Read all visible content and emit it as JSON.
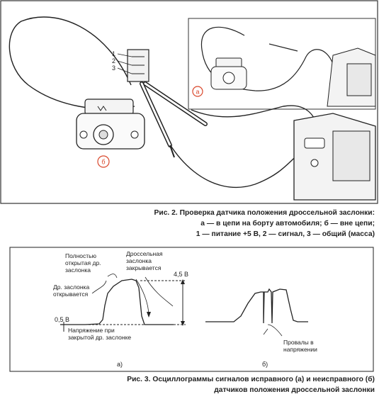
{
  "figure2": {
    "part_numbers": [
      "1",
      "2",
      "3"
    ],
    "inset_a": "а",
    "inset_b": "б",
    "caption": [
      "Рис. 2. Проверка датчика положения дроссельной заслонки:",
      "а — в цепи на борту автомобиля; б — вне цепи;",
      "1 — питание +5 В, 2 — сигнал, 3 — общий (масса)"
    ]
  },
  "figure3": {
    "label_fully_open": [
      "Полностью",
      "открытая др.",
      "заслонка"
    ],
    "label_opens": [
      "Др. заслонка",
      "открывается"
    ],
    "label_closes": [
      "Дроссельная",
      "заслонка",
      "закрывается"
    ],
    "label_45v": "4,5 В",
    "label_05v": "0,5 В",
    "label_closed_voltage": [
      "Напряжение при",
      "закрытой др. заслонке"
    ],
    "label_dips": [
      "Провалы в",
      "напряжении"
    ],
    "panel_a": "а)",
    "panel_b": "б)",
    "caption": [
      "Рис. 3. Осциллограммы сигналов исправного (а) и неисправного (б)",
      "датчиков положения дроссельной заслонки"
    ]
  },
  "colors": {
    "accent_red": "#d9472b",
    "line": "#222222",
    "frame": "#333333"
  },
  "icons": [
    "throttle-sensor-icon",
    "multimeter-icon",
    "probe-icon"
  ]
}
